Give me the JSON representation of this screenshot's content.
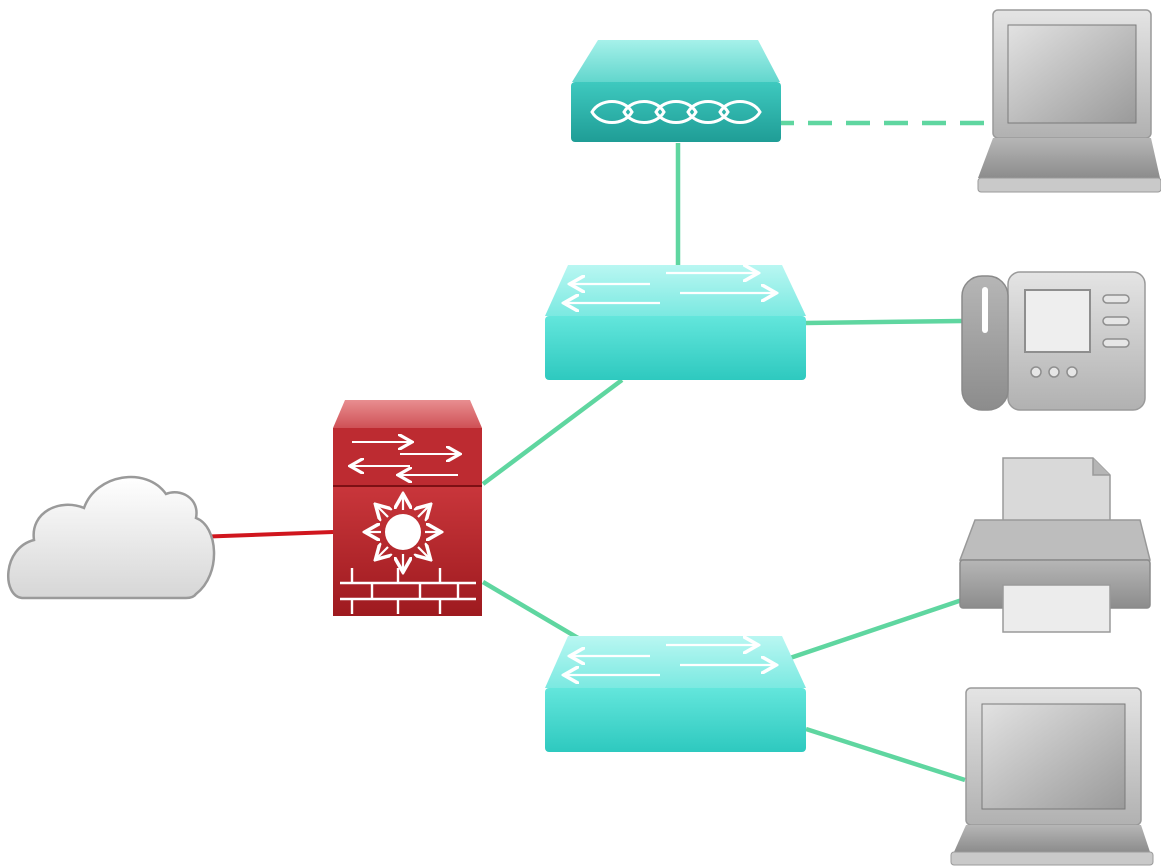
{
  "diagram": {
    "type": "network-topology",
    "nodes": [
      {
        "id": "internet",
        "kind": "cloud",
        "icon": "cloud-icon"
      },
      {
        "id": "firewall",
        "kind": "firewall-router",
        "icon": "firewall-icon"
      },
      {
        "id": "switch-upper",
        "kind": "switch",
        "icon": "switch-icon"
      },
      {
        "id": "switch-lower",
        "kind": "switch",
        "icon": "switch-icon"
      },
      {
        "id": "access-point",
        "kind": "wireless-access-point",
        "icon": "wireless-ap-icon"
      },
      {
        "id": "laptop-top",
        "kind": "laptop",
        "icon": "laptop-icon"
      },
      {
        "id": "ip-phone",
        "kind": "ip-phone",
        "icon": "ip-phone-icon"
      },
      {
        "id": "printer",
        "kind": "printer",
        "icon": "printer-icon"
      },
      {
        "id": "laptop-bottom",
        "kind": "laptop",
        "icon": "laptop-icon"
      }
    ],
    "links": [
      {
        "from": "internet",
        "to": "firewall",
        "style": "solid",
        "color": "#d0161e"
      },
      {
        "from": "firewall",
        "to": "switch-upper",
        "style": "solid",
        "color": "#5fd6a0"
      },
      {
        "from": "firewall",
        "to": "switch-lower",
        "style": "solid",
        "color": "#5fd6a0"
      },
      {
        "from": "switch-upper",
        "to": "access-point",
        "style": "solid",
        "color": "#5fd6a0"
      },
      {
        "from": "switch-upper",
        "to": "ip-phone",
        "style": "solid",
        "color": "#5fd6a0"
      },
      {
        "from": "access-point",
        "to": "laptop-top",
        "style": "dashed",
        "color": "#5fd6a0"
      },
      {
        "from": "switch-lower",
        "to": "printer",
        "style": "solid",
        "color": "#5fd6a0"
      },
      {
        "from": "switch-lower",
        "to": "laptop-bottom",
        "style": "solid",
        "color": "#5fd6a0"
      }
    ],
    "colors": {
      "accent_teal": "#3fd8d0",
      "firewall_red": "#c0262c",
      "device_gray": "#b8b8b8"
    }
  }
}
